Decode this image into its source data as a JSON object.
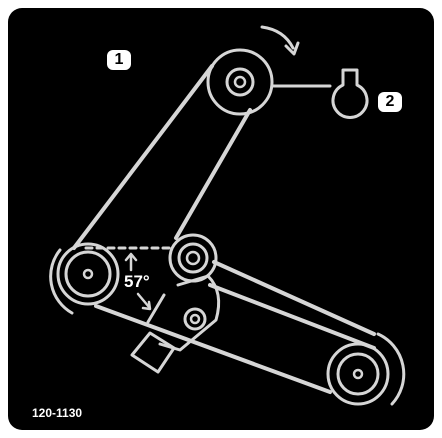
{
  "decal": {
    "callout_1": "1",
    "callout_2": "2",
    "angle": "57°",
    "part_number": "120-1130"
  },
  "colors": {
    "background": "#000000",
    "line_art": "#d6d6d6",
    "callout_fill": "#ffffff"
  },
  "icons": [
    "rotation-arrow-icon",
    "key-icon"
  ]
}
